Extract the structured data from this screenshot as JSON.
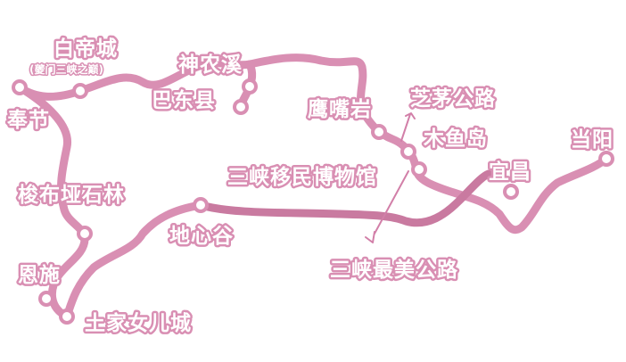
{
  "colors": {
    "route": "#d98fb3",
    "route_dark": "#c97aa0",
    "label_fill": "#ffffff"
  },
  "stops": {
    "baidicheng": {
      "name": "白帝城",
      "note": "(夔门三峡之巅)"
    },
    "fengjie": {
      "name": "奉节"
    },
    "shennongxi": {
      "name": "神农溪"
    },
    "badong": {
      "name": "巴东县"
    },
    "yingzuiyan": {
      "name": "鹰嘴岩"
    },
    "zhimao": {
      "name": "芝茅公路"
    },
    "muyudao": {
      "name": "木鱼岛"
    },
    "museum": {
      "name": "三峡移民博物馆"
    },
    "yichang": {
      "name": "宜昌"
    },
    "dangyang": {
      "name": "当阳"
    },
    "suobuya": {
      "name": "梭布垭石林"
    },
    "dixingu": {
      "name": "地心谷"
    },
    "enshi": {
      "name": "恩施"
    },
    "tujia": {
      "name": "土家女儿城"
    },
    "zuimei": {
      "name": "三峡最美公路"
    }
  }
}
